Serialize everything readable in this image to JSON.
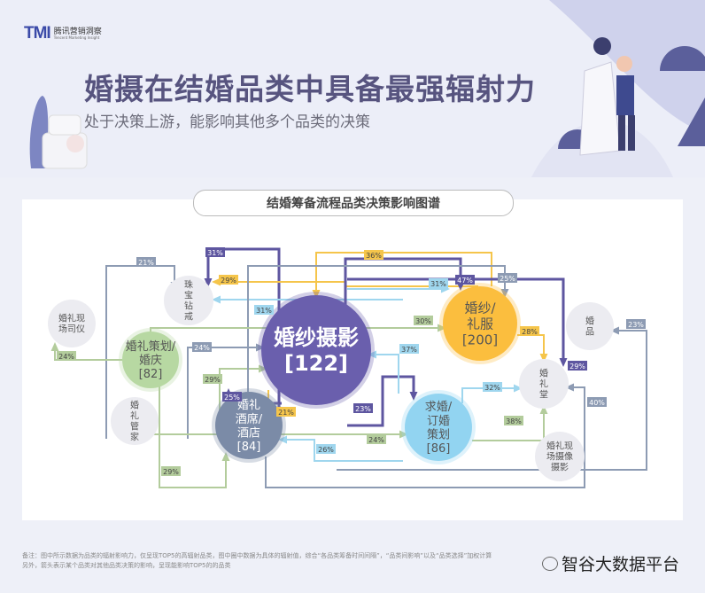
{
  "header": {
    "logo_mark": "TMI",
    "logo_cn": "腾讯营销洞察",
    "logo_en": "Tencent Marketing Insight",
    "title": "婚摄在结婚品类中具备最强辐射力",
    "subtitle": "处于决策上游，能影响其他多个品类的决策"
  },
  "chart": {
    "title": "结婚筹备流程品类决策影响图谱",
    "colors": {
      "photo": "#6a5fad",
      "dress": "#fbbe3e",
      "proposal": "#92d4f1",
      "hotel": "#7b8ba7",
      "planning": "#b7d8a2",
      "other": "#ececf1",
      "slate": "#8d9bb3",
      "green": "#b3cc9c",
      "blue": "#9fd6ee",
      "yellow": "#f5c54b",
      "purple": "#5e56a0"
    },
    "nodes": [
      {
        "id": "photo",
        "label": "婚纱摄影",
        "value": "[122]",
        "color": "photo"
      },
      {
        "id": "dress",
        "label": "婚纱/\n礼服",
        "value": "[200]",
        "color": "dress"
      },
      {
        "id": "proposal",
        "label": "求婚/\n订婚\n策划",
        "value": "[86]",
        "color": "proposal"
      },
      {
        "id": "hotel",
        "label": "婚礼\n酒席/\n酒店",
        "value": "[84]",
        "color": "hotel"
      },
      {
        "id": "planning",
        "label": "婚礼策划/\n婚庆",
        "value": "[82]",
        "color": "planning"
      },
      {
        "id": "jewelry",
        "label": "珠\n宝\n钻\n戒",
        "value": "",
        "color": "other"
      },
      {
        "id": "mc",
        "label": "婚礼现\n场司仪",
        "value": "",
        "color": "other"
      },
      {
        "id": "butler",
        "label": "婚\n礼\n管\n家",
        "value": "",
        "color": "other"
      },
      {
        "id": "goods",
        "label": "婚\n品",
        "value": "",
        "color": "other"
      },
      {
        "id": "hall",
        "label": "婚\n礼\n堂",
        "value": "",
        "color": "other"
      },
      {
        "id": "video",
        "label": "婚礼现\n场摄像\n摄影",
        "value": "",
        "color": "other"
      }
    ],
    "edges": [
      {
        "from": "butler",
        "to": "jewelry",
        "value": "21%",
        "color": "slate"
      },
      {
        "from": "hotel",
        "to": "jewelry",
        "value": "31%",
        "color": "purple"
      },
      {
        "from": "dress",
        "to": "jewelry",
        "value": "29%",
        "color": "yellow"
      },
      {
        "from": "proposal",
        "to": "jewelry",
        "value": "31%",
        "color": "blue"
      },
      {
        "from": "planning",
        "to": "mc",
        "value": "24%",
        "color": "green"
      },
      {
        "from": "butler",
        "to": "photo",
        "value": "24%",
        "color": "slate"
      },
      {
        "from": "planning",
        "to": "photo",
        "value": "29%",
        "color": "green"
      },
      {
        "from": "photo",
        "to": "hotel",
        "value": "25%",
        "color": "purple"
      },
      {
        "from": "dress",
        "to": "hotel",
        "value": "21%",
        "color": "yellow"
      },
      {
        "from": "photo",
        "to": "proposal",
        "value": "23%",
        "color": "purple"
      },
      {
        "from": "proposal",
        "to": "hotel",
        "value": "26%",
        "color": "blue"
      },
      {
        "from": "planning",
        "to": "hotel",
        "value": "29%",
        "color": "green"
      },
      {
        "from": "butler",
        "to": "proposal",
        "value": "24%",
        "color": "green"
      },
      {
        "from": "dress",
        "to": "photo",
        "value": "36%",
        "color": "yellow"
      },
      {
        "from": "proposal",
        "to": "dress",
        "value": "31%",
        "color": "blue"
      },
      {
        "from": "photo",
        "to": "dress",
        "value": "47%",
        "color": "purple"
      },
      {
        "from": "hotel",
        "to": "dress",
        "value": "25%",
        "color": "slate"
      },
      {
        "from": "planning",
        "to": "dress",
        "value": "30%",
        "color": "green"
      },
      {
        "from": "proposal",
        "to": "photo",
        "value": "37%",
        "color": "blue"
      },
      {
        "from": "dress",
        "to": "hall",
        "value": "28%",
        "color": "yellow"
      },
      {
        "from": "photo",
        "to": "hall",
        "value": "29%",
        "color": "purple"
      },
      {
        "from": "proposal",
        "to": "hall",
        "value": "32%",
        "color": "blue"
      },
      {
        "from": "planning",
        "to": "hall",
        "value": "38%",
        "color": "green"
      },
      {
        "from": "hotel",
        "to": "hall",
        "value": "40%",
        "color": "slate"
      },
      {
        "from": "butler",
        "to": "goods",
        "value": "23%",
        "color": "slate"
      }
    ]
  },
  "footer": {
    "note_line1": "备注：图中所示数据为品类的辐射影响力，仅呈现TOP5的高辐射品类，图中圈中数据为具体的辐射值，综合“各品类筹备时间间隔”，“品类间影响”以及“品类选择”加权计算",
    "note_line2": "另外，箭头表示某个品类对其他品类决策的影响，呈现能影响TOP5的的品类",
    "watermark": "智谷大数据平台"
  }
}
